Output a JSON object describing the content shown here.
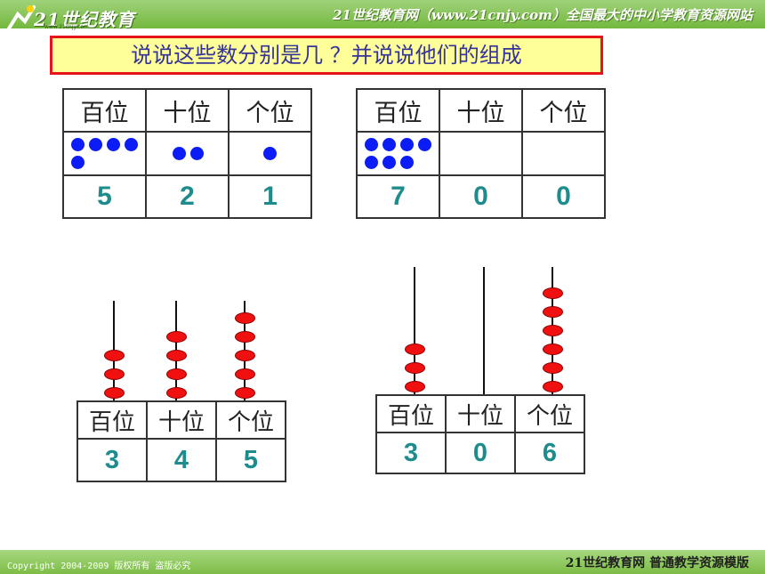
{
  "header": {
    "logo_text": "21世纪教育",
    "logo_sub": "www.21cnjy.com",
    "site_banner": "21世纪教育网（www.21cnjy.com）全国最大的中小学教育资源网站"
  },
  "title": "说说这些数分别是几 ？并说说他们的组成",
  "columns": [
    "百位",
    "十位",
    "个位"
  ],
  "dot_tables": [
    {
      "dots": [
        5,
        2,
        1
      ],
      "digits": [
        "5",
        "2",
        "1"
      ]
    },
    {
      "dots": [
        7,
        0,
        0
      ],
      "digits": [
        "7",
        "0",
        "0"
      ]
    }
  ],
  "abaci": [
    {
      "beads": [
        3,
        4,
        5
      ],
      "digits": [
        "3",
        "4",
        "5"
      ]
    },
    {
      "beads": [
        3,
        0,
        6
      ],
      "digits": [
        "3",
        "0",
        "6"
      ]
    }
  ],
  "footer": {
    "copyright": "Copyright 2004-2009 版权所有 盗版必究",
    "right": "21世纪教育网    普通教学资源模版"
  },
  "colors": {
    "bar_green": "#74b83e",
    "title_fill": "#ffff99",
    "title_border": "#e8141c",
    "title_text": "#333399",
    "dot_blue": "#0c1cf6",
    "bead_red": "#f01010",
    "digit_teal": "#1e8c8c"
  }
}
